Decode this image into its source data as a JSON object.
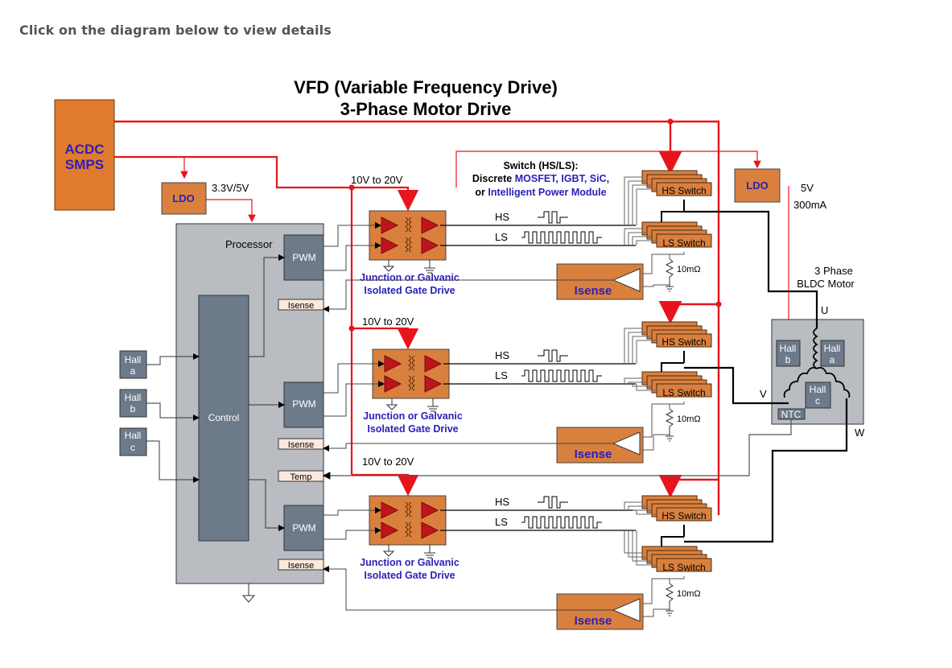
{
  "instruction": "Click on the diagram below to view details",
  "diagram": {
    "title_line1": "VFD (Variable Frequency Drive)",
    "title_line2": "3-Phase Motor Drive",
    "acdc": {
      "line1": "ACDC",
      "line2": "SMPS"
    },
    "ldo_left": {
      "label": "LDO",
      "output": "3.3V/5V"
    },
    "ldo_right": {
      "label": "LDO",
      "voltage": "5V",
      "current": "300mA"
    },
    "processor": {
      "label": "Processor",
      "control_label": "Control",
      "pwm_label": "PWM",
      "isense_label": "Isense",
      "temp_label": "Temp"
    },
    "hall_sensors": [
      {
        "line1": "Hall",
        "line2": "a"
      },
      {
        "line1": "Hall",
        "line2": "b"
      },
      {
        "line1": "Hall",
        "line2": "c"
      }
    ],
    "switch_note": {
      "line1": "Switch (HS/LS):",
      "line2_prefix": "Discrete ",
      "line2_highlight": "MOSFET, IGBT, SiC,",
      "line3_prefix": "or ",
      "line3_highlight": "Intelligent Power Module"
    },
    "gate_drive_supply": "10V to 20V",
    "gate_drive_caption": {
      "line1": "Junction or Galvanic",
      "line2": "Isolated Gate Drive"
    },
    "signal_hs": "HS",
    "signal_ls": "LS",
    "hs_switch": "HS Switch",
    "ls_switch": "LS Switch",
    "isense_block": "Isense",
    "shunt": "10mΩ",
    "motor": {
      "line1": "3 Phase",
      "line2": "BLDC Motor",
      "phase_u": "U",
      "phase_v": "V",
      "phase_w": "W",
      "ntc": "NTC",
      "hall": [
        {
          "line1": "Hall",
          "line2": "b"
        },
        {
          "line1": "Hall",
          "line2": "a"
        },
        {
          "line1": "Hall",
          "line2": "c"
        }
      ]
    },
    "colors": {
      "orange_block": "#e07b2e",
      "orange_dark_block": "#d9803e",
      "gray_block": "#6c7a8a",
      "processor_bg": "#b9bcc1",
      "power_line": "#e8141c",
      "text_blue": "#2b20b8",
      "isense_tag": "#fbe9dc"
    }
  }
}
